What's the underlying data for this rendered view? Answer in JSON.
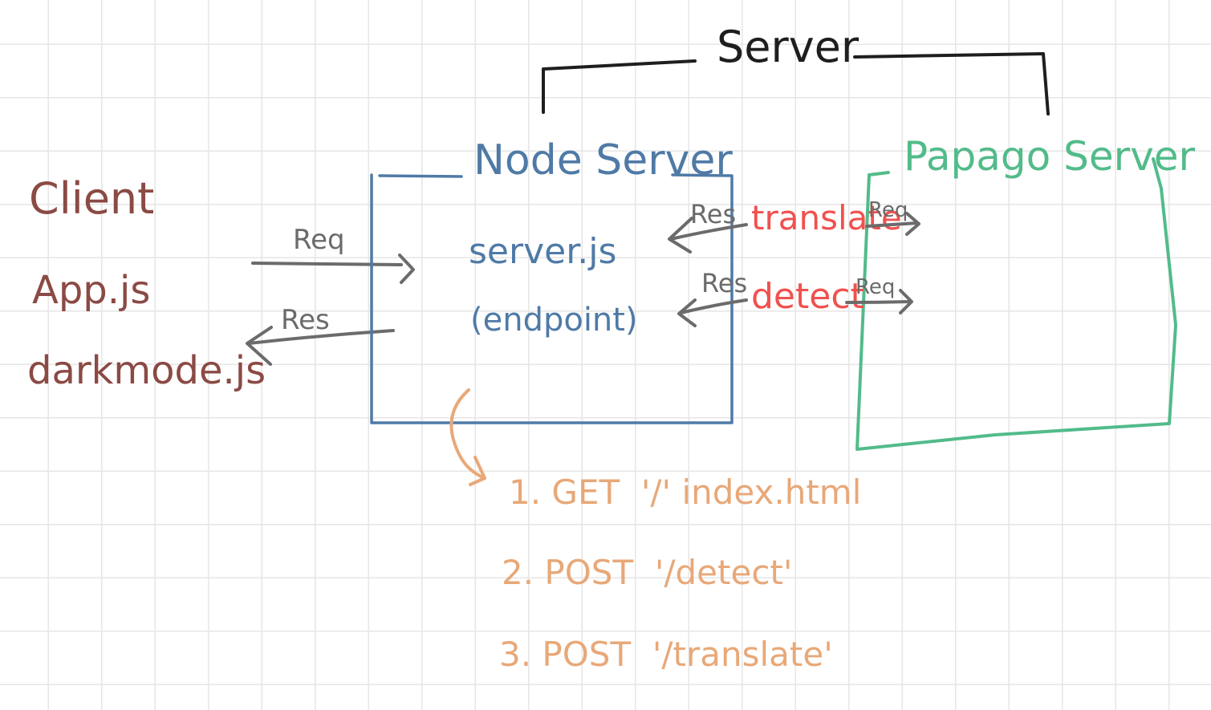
{
  "server_group": {
    "label": "Server"
  },
  "client": {
    "title": "Client",
    "files": [
      "App.js",
      "darkmode.js"
    ]
  },
  "node_server": {
    "title": "Node Server",
    "file": "server.js",
    "subtitle": "(endpoint)"
  },
  "papago_server": {
    "title": "Papago Server"
  },
  "client_arrows": {
    "req": "Req",
    "res": "Res"
  },
  "papago_links": [
    {
      "res": "Res",
      "name": "translate",
      "req": "Req"
    },
    {
      "res": "Res",
      "name": "detect",
      "req": "Req"
    }
  ],
  "endpoints": [
    "1. GET  '/' index.html",
    "2. POST  '/detect'",
    "3. POST  '/translate'"
  ],
  "colors": {
    "server": "#1e1e1e",
    "client": "#8b4a44",
    "node": "#4f7aa6",
    "papago": "#52bb8a",
    "arrow": "#6b6b6b",
    "api": "#f0514f",
    "endpoint": "#e8a878"
  }
}
